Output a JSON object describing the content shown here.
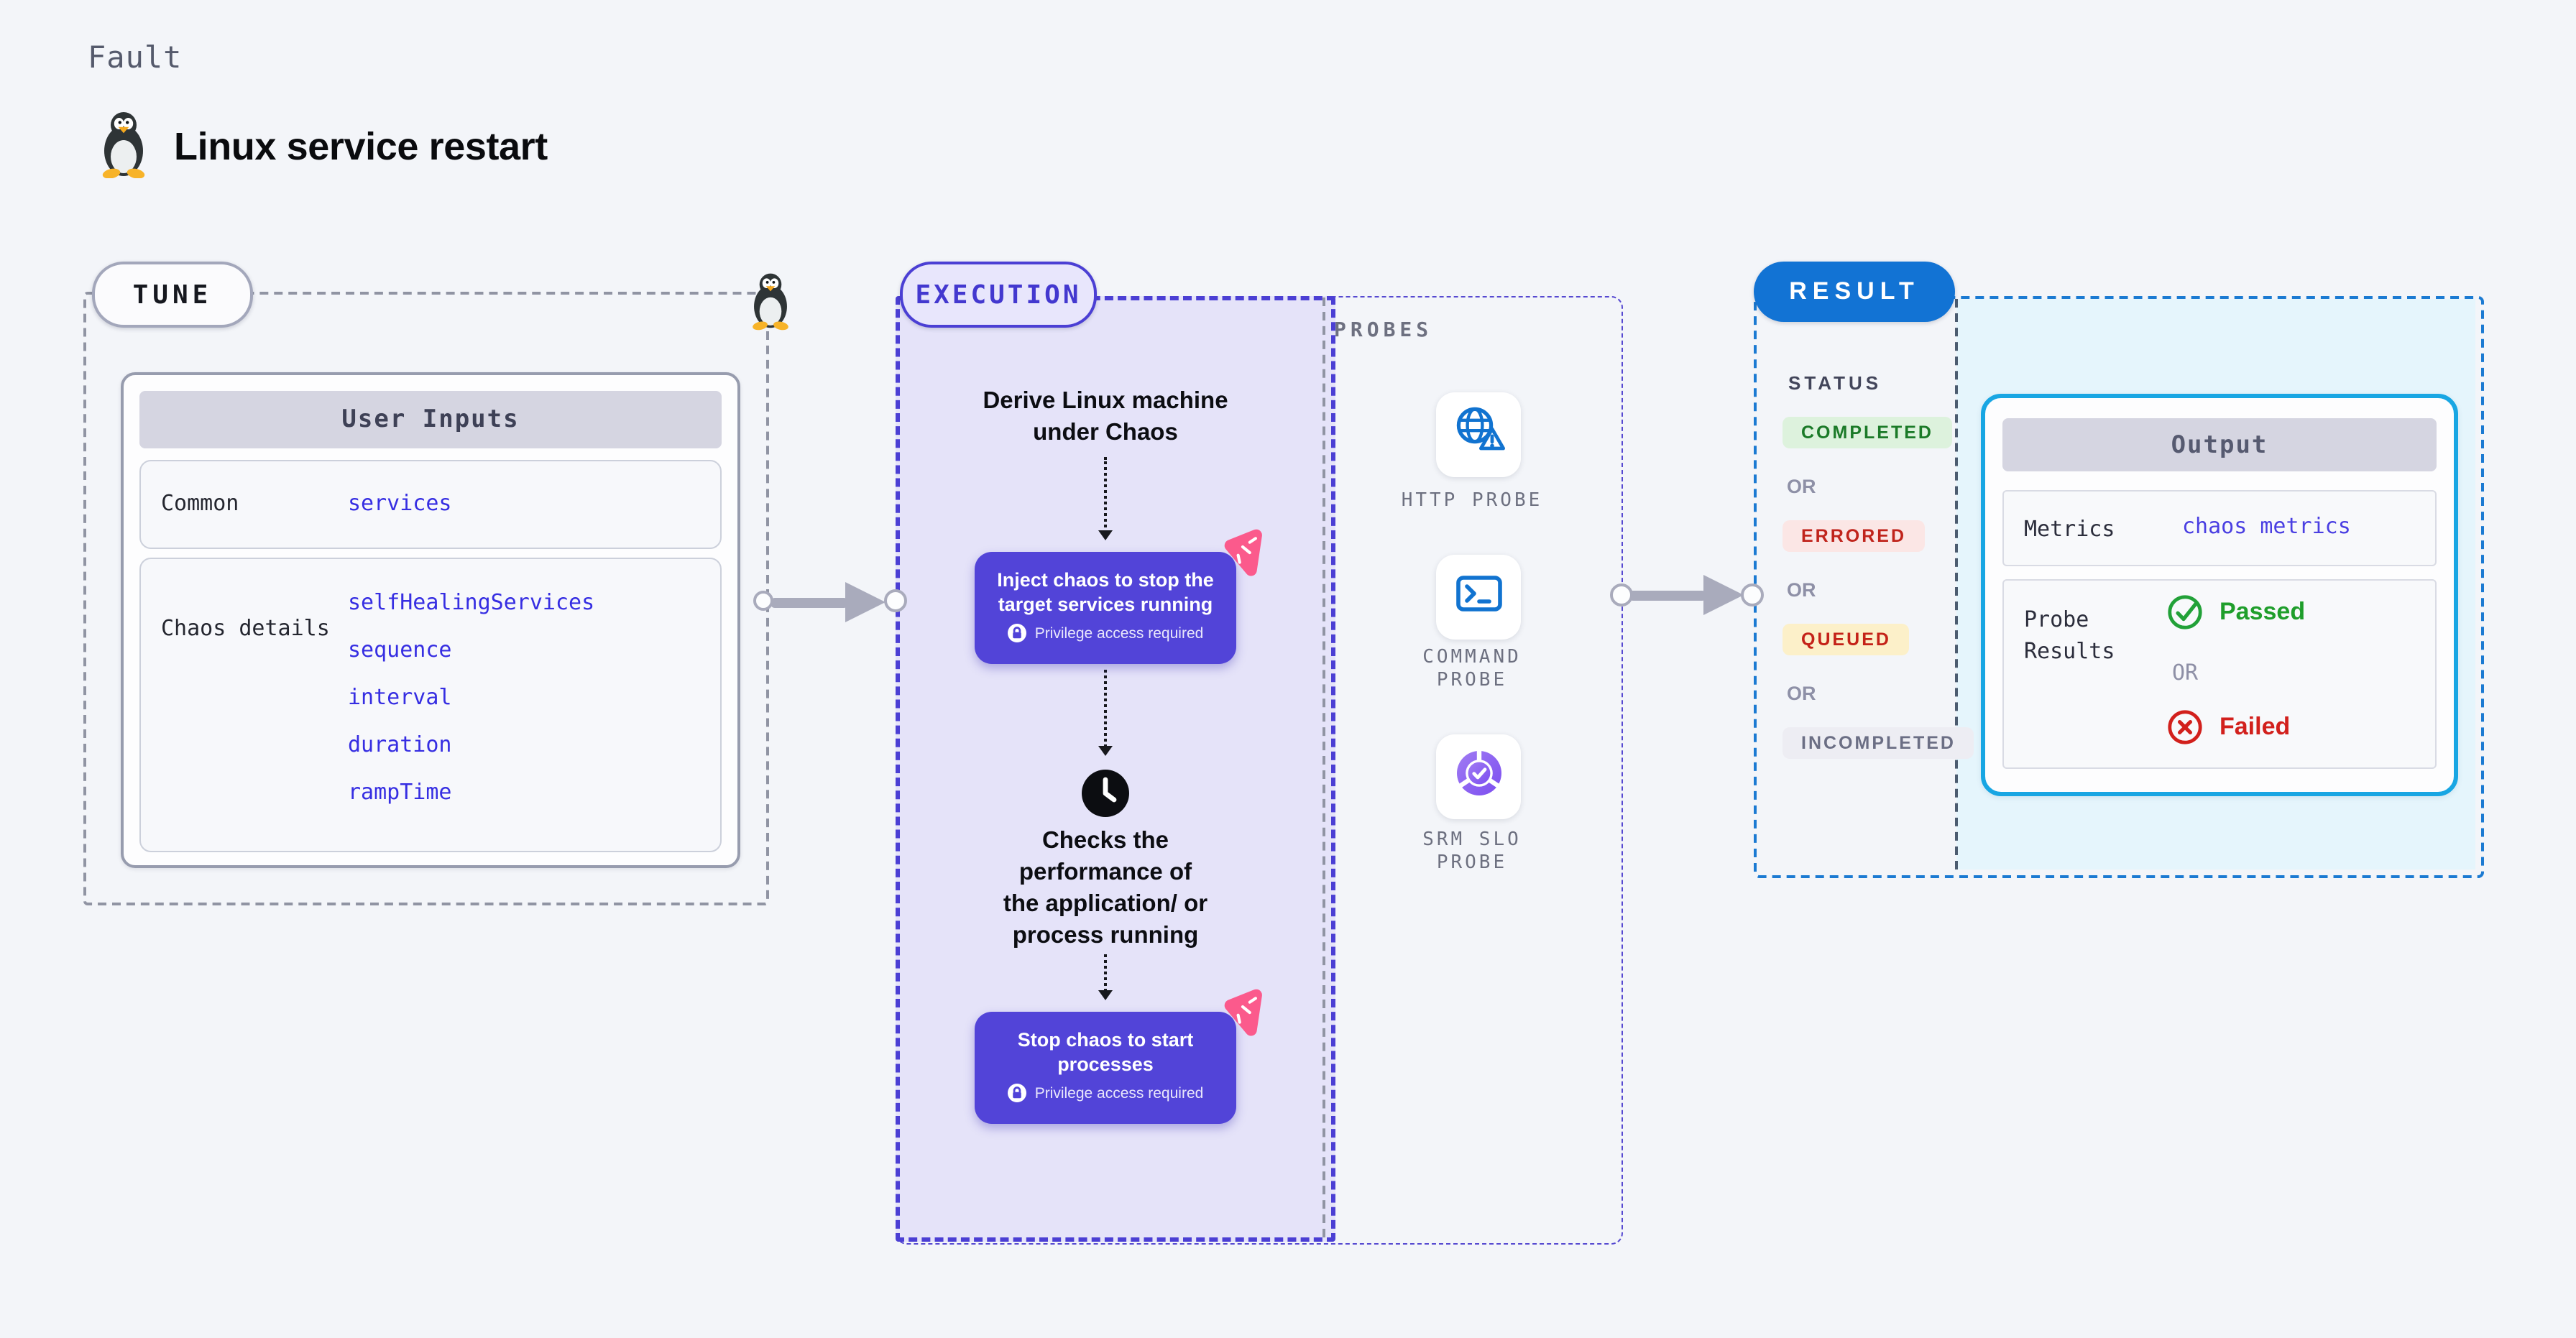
{
  "header": {
    "kicker": "Fault",
    "title": "Linux service restart"
  },
  "tune": {
    "badge": "TUNE",
    "table": {
      "header": "User Inputs",
      "rows": [
        {
          "label": "Common",
          "values": [
            "services"
          ]
        },
        {
          "label": "Chaos details",
          "values": [
            "selfHealingServices",
            "sequence",
            "interval",
            "duration",
            "rampTime"
          ]
        }
      ]
    }
  },
  "execution": {
    "badge": "EXECUTION",
    "derive_text": "Derive Linux machine\nunder Chaos",
    "inject": {
      "title": "Inject chaos to stop the\ntarget services running",
      "note": "Privilege access required"
    },
    "checks_text": "Checks the\nperformance of\nthe application/ or\nprocess running",
    "stop": {
      "title": "Stop chaos to start\nprocesses",
      "note": "Privilege access required"
    }
  },
  "probes": {
    "label": "PROBES",
    "items": [
      {
        "label": "HTTP PROBE",
        "icon": "globe-alert-icon"
      },
      {
        "label": "COMMAND\nPROBE",
        "icon": "terminal-icon"
      },
      {
        "label": "SRM SLO\nPROBE",
        "icon": "slo-donut-check-icon"
      }
    ]
  },
  "result": {
    "badge": "RESULT",
    "status_label": "STATUS",
    "or": "OR",
    "statuses": [
      "COMPLETED",
      "ERRORED",
      "QUEUED",
      "INCOMPLETED"
    ],
    "output": {
      "header": "Output",
      "metrics_label": "Metrics",
      "metrics_value": "chaos metrics",
      "probe_results_label": "Probe\nResults",
      "passed_label": "Passed",
      "or_label": "OR",
      "failed_label": "Failed"
    }
  },
  "colors": {
    "page_bg": "#f3f5f9",
    "accent_indigo": "#4b3fd4",
    "node_indigo": "#5244d8",
    "exec_fill": "#e5e3f9",
    "accent_pink": "#fb5a8c",
    "result_blue": "#1273d4",
    "output_cyan_border": "#18a6e3",
    "output_cyan_fill": "#e5f5fc",
    "probe_blue": "#1173d0",
    "srm_purple": "#8b5cf6",
    "value_indigo": "#362ee2",
    "completed_green": "#1b7a28",
    "errored_red": "#c0241c",
    "queued_red": "#c42218",
    "incompleted_gray": "#6b6e84",
    "passed_green": "#1f9e2b",
    "failed_red": "#d2201c",
    "arrow_gray": "#a9abbc"
  }
}
